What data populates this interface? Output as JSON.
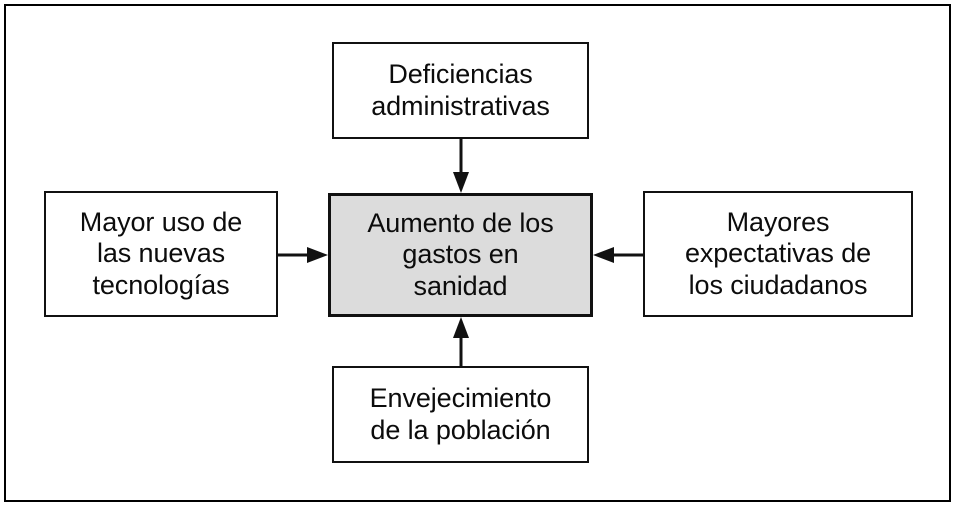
{
  "diagram": {
    "title_visible": false,
    "background_color": "#ffffff",
    "frame_color": "#000000",
    "nodes": {
      "top": {
        "id": "deficiencias-administrativas",
        "text": "Deficiencias\nadministrativas",
        "fill": "#ffffff",
        "border_color": "#111111"
      },
      "left": {
        "id": "mayor-uso-nuevas-tecnologias",
        "text": "Mayor uso de\nlas nuevas\ntecnologías",
        "fill": "#ffffff",
        "border_color": "#111111"
      },
      "center": {
        "id": "aumento-gastos-sanidad",
        "text": "Aumento de los\ngastos en\nsanidad",
        "fill": "#dcdcdc",
        "border_color": "#111111"
      },
      "right": {
        "id": "mayores-expectativas-ciudadanos",
        "text": "Mayores\nexpectativas de\nlos ciudadanos",
        "fill": "#ffffff",
        "border_color": "#111111"
      },
      "bottom": {
        "id": "envejecimiento-poblacion",
        "text": "Envejecimiento\nde la población",
        "fill": "#ffffff",
        "border_color": "#111111"
      }
    },
    "edges": [
      {
        "id": "edge-top-to-center",
        "from": "top",
        "to": "center",
        "direction": "down",
        "style": "solid-filled-arrowhead",
        "color": "#111111"
      },
      {
        "id": "edge-left-to-center",
        "from": "left",
        "to": "center",
        "direction": "right",
        "style": "solid-filled-arrowhead",
        "color": "#111111"
      },
      {
        "id": "edge-right-to-center",
        "from": "right",
        "to": "center",
        "direction": "left",
        "style": "solid-filled-arrowhead",
        "color": "#111111"
      },
      {
        "id": "edge-bottom-to-center",
        "from": "bottom",
        "to": "center",
        "direction": "up",
        "style": "solid-filled-arrowhead",
        "color": "#111111"
      }
    ]
  }
}
